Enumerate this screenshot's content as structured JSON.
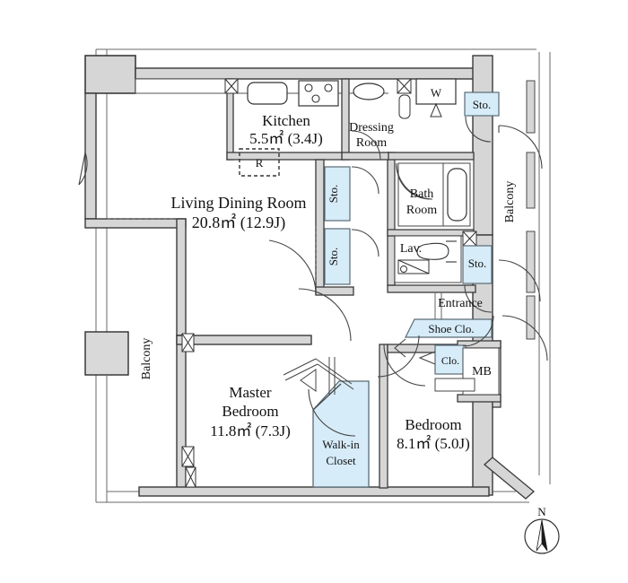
{
  "plan": {
    "title": "Apartment Floor Plan",
    "compass": {
      "label": "N",
      "name": "north-arrow"
    },
    "palette": {
      "wall": "#d6d6d6",
      "wall_stroke": "#3a3a3a",
      "closet_fill": "#d6ecf8",
      "closet_stroke": "#5a6b75",
      "thin_line": "#555555",
      "background": "#ffffff",
      "fixture_stroke": "#333333"
    },
    "rooms": [
      {
        "id": "kitchen",
        "name": "Kitchen",
        "area_sqm": "5.5㎡",
        "area_jo": "(3.4J)",
        "label_lines": [
          "Kitchen",
          "5.5㎡ (3.4J)"
        ]
      },
      {
        "id": "ldk",
        "name": "Living Dining Room",
        "area_sqm": "20.8㎡",
        "area_jo": "(12.9J)",
        "label_lines": [
          "Living Dining Room",
          "20.8㎡ (12.9J)"
        ]
      },
      {
        "id": "master",
        "name": "Master Bedroom",
        "area_sqm": "11.8㎡",
        "area_jo": "(7.3J)",
        "label_lines": [
          "Master",
          "Bedroom",
          "11.8㎡ (7.3J)"
        ]
      },
      {
        "id": "bedroom",
        "name": "Bedroom",
        "area_sqm": "8.1㎡",
        "area_jo": "(5.0J)",
        "label_lines": [
          "Bedroom",
          "8.1㎡ (5.0J)"
        ]
      },
      {
        "id": "dressing",
        "name": "Dressing Room",
        "area_sqm": "",
        "area_jo": "",
        "label_lines": [
          "Dressing",
          "Room"
        ]
      },
      {
        "id": "bath",
        "name": "Bath Room",
        "area_sqm": "",
        "area_jo": "",
        "label_lines": [
          "Bath",
          "Room"
        ]
      },
      {
        "id": "lav",
        "name": "Lav.",
        "area_sqm": "",
        "area_jo": "",
        "label_lines": [
          "Lav."
        ]
      },
      {
        "id": "entrance",
        "name": "Entrance",
        "area_sqm": "",
        "area_jo": "",
        "label_lines": [
          "Entrance"
        ]
      }
    ],
    "labels": {
      "kitchen_name": "Kitchen",
      "kitchen_area": "5.5㎡ (3.4J)",
      "ldk_name": "Living Dining Room",
      "ldk_area": "20.8㎡ (12.9J)",
      "master_l1": "Master",
      "master_l2": "Bedroom",
      "master_area": "11.8㎡ (7.3J)",
      "bedroom_name": "Bedroom",
      "bedroom_area": "8.1㎡ (5.0J)",
      "dressing_l1": "Dressing",
      "dressing_l2": "Room",
      "bath_l1": "Bath",
      "bath_l2": "Room",
      "lav": "Lav.",
      "entrance": "Entrance",
      "shoe_closet": "Shoe Clo.",
      "closet_small": "Clo.",
      "walkin_l1": "Walk-in",
      "walkin_l2": "Closet",
      "mb": "MB",
      "washer": "W",
      "refrigerator": "R",
      "sto_top_right": "Sto.",
      "sto_mid_right": "Sto.",
      "sto_ldk_upper": "Sto.",
      "sto_ldk_lower": "Sto.",
      "balcony_left": "Balcony",
      "balcony_right": "Balcony",
      "compass_n": "N"
    },
    "storage_units": [
      {
        "id": "sto-top-right",
        "label": "Sto.",
        "orientation": "horizontal"
      },
      {
        "id": "sto-mid-right",
        "label": "Sto.",
        "orientation": "horizontal"
      },
      {
        "id": "sto-ldk-upper",
        "label": "Sto.",
        "orientation": "vertical"
      },
      {
        "id": "sto-ldk-lower",
        "label": "Sto.",
        "orientation": "vertical"
      },
      {
        "id": "shoe-closet",
        "label": "Shoe Clo.",
        "orientation": "horizontal"
      },
      {
        "id": "closet-small",
        "label": "Clo.",
        "orientation": "horizontal"
      },
      {
        "id": "walk-in-closet",
        "label": "Walk-in Closet",
        "orientation": "horizontal"
      }
    ],
    "fixtures": [
      {
        "id": "sink",
        "label": "",
        "shape": "rounded-rect"
      },
      {
        "id": "stove",
        "label": "",
        "shape": "burners"
      },
      {
        "id": "basin",
        "label": "",
        "shape": "ellipse"
      },
      {
        "id": "bathtub",
        "label": "",
        "shape": "rounded-rect"
      },
      {
        "id": "toilet",
        "label": "",
        "shape": "toilet"
      },
      {
        "id": "washer",
        "label": "W",
        "shape": "rect"
      },
      {
        "id": "refrigerator",
        "label": "R",
        "shape": "dashed-rect"
      },
      {
        "id": "ac-unit",
        "label": "",
        "shape": "rect"
      }
    ]
  }
}
